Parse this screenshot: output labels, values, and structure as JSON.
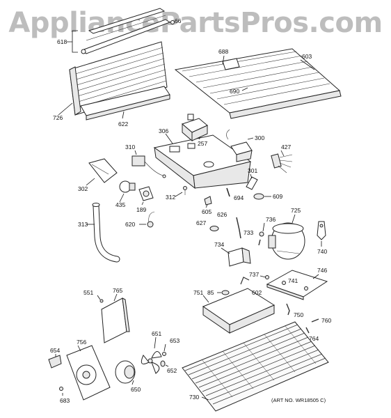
{
  "watermark": "AppliancePartsPros.com",
  "art_number": "(ART NO. WR18505 C)",
  "labels": {
    "p618": "618",
    "p603": "603",
    "p688": "688",
    "p690": "690",
    "p726": "726",
    "p622": "622",
    "p306": "306",
    "p257": "257",
    "p300": "300",
    "p427": "427",
    "p310": "310",
    "p302": "302",
    "p435": "435",
    "p189": "189",
    "p312": "312",
    "p301": "301",
    "p694": "694",
    "p609": "609",
    "p605": "605",
    "p313": "313",
    "p620": "620",
    "p626": "626",
    "p736": "736",
    "p725": "725",
    "p627": "627",
    "p733": "733",
    "p740": "740",
    "p734": "734",
    "p737": "737",
    "p746": "746",
    "p741": "741",
    "p551": "551",
    "p765": "765",
    "p751": "751",
    "p85": "85",
    "p602": "602",
    "p750": "750",
    "p760": "760",
    "p764": "764",
    "p651": "651",
    "p653": "653",
    "p654": "654",
    "p756": "756",
    "p652": "652",
    "p650": "650",
    "p683": "683",
    "p730": "730",
    "p_top": "66"
  }
}
